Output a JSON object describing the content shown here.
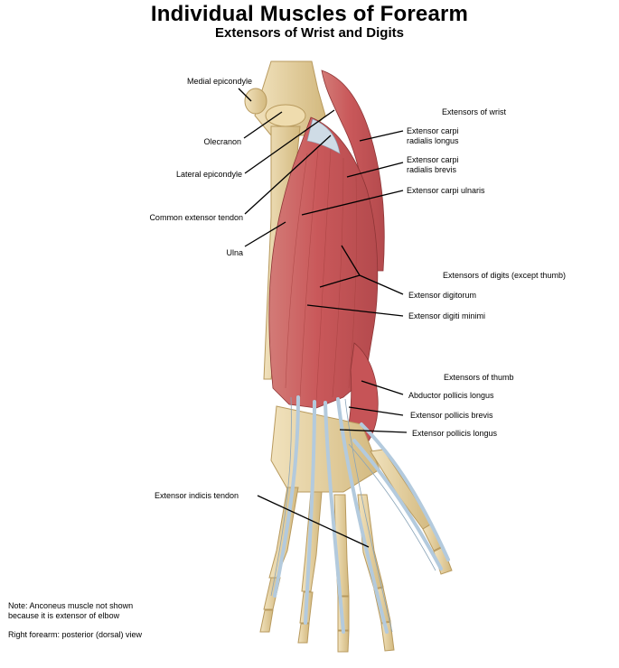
{
  "header": {
    "title": "Individual Muscles of Forearm",
    "subtitle": "Extensors of Wrist and Digits"
  },
  "labels": {
    "medial_epicondyle": "Medial epicondyle",
    "olecranon": "Olecranon",
    "lateral_epicondyle": "Lateral epicondyle",
    "common_extensor_tendon": "Common extensor tendon",
    "ulna": "Ulna",
    "extensor_indicis_tendon": "Extensor indicis tendon",
    "extensors_of_wrist": "Extensors of wrist",
    "ecrl_line1": "Extensor carpi",
    "ecrl_line2": "radialis longus",
    "ecrb_line1": "Extensor carpi",
    "ecrb_line2": "radialis brevis",
    "ecu": "Extensor carpi ulnaris",
    "extensors_of_digits": "Extensors of digits (except thumb)",
    "extensor_digitorum": "Extensor digitorum",
    "extensor_digiti_minimi": "Extensor digiti minimi",
    "extensors_of_thumb": "Extensors of thumb",
    "apl": "Abductor pollicis longus",
    "epb": "Extensor pollicis brevis",
    "epl": "Extensor pollicis longus"
  },
  "notes": {
    "note_line1": "Note: Anconeus muscle not shown",
    "note_line2": "because it is extensor of elbow",
    "view": "Right forearm: posterior (dorsal) view"
  },
  "colors": {
    "muscle": "#c9585a",
    "muscle_light": "#dc8a86",
    "bone": "#e7d2a2",
    "bone_shade": "#cdb27a",
    "tendon": "#b9cfe0",
    "leader": "#000000"
  }
}
